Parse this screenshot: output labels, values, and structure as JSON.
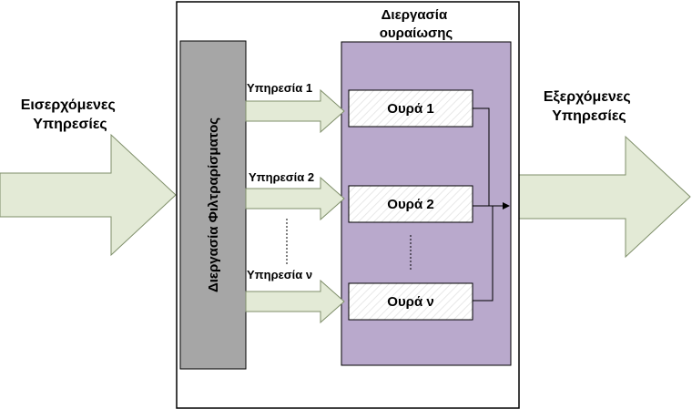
{
  "incoming_label": [
    "Εισερχόμενες",
    "Υπηρεσίες"
  ],
  "outgoing_label": [
    "Εξερχόμενες",
    "Υπηρεσίες"
  ],
  "queue_process_title": [
    "Διεργασία",
    "ουραίωσης"
  ],
  "filter_process_label": "Διεργασία Φιλτραρίσματος",
  "services": [
    "Υπηρεσία 1",
    "Υπηρεσία 2",
    "Υπηρεσία ν"
  ],
  "queues": [
    "Ουρά 1",
    "Ουρά 2",
    "Ουρά ν"
  ],
  "colors": {
    "arrow_fill": "#e3ead6",
    "arrow_stroke": "#7f8f6a",
    "filter_fill": "#a6a6a6",
    "queue_process_fill": "#b9a9cc",
    "queue_box_fill": "#ffffff",
    "outline": "#000000"
  }
}
